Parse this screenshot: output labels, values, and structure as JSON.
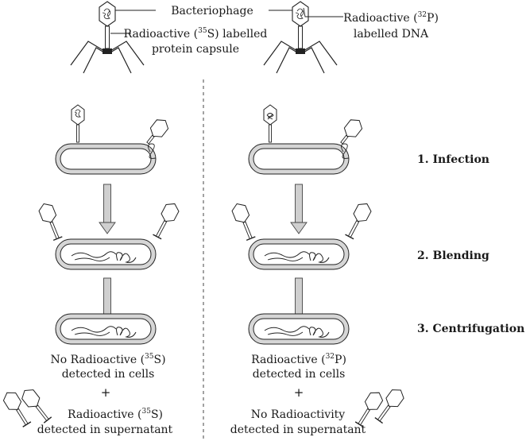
{
  "top": {
    "bacteriophage": "Bacteriophage",
    "left": {
      "pre": "Radioactive (",
      "iso_mass": "35",
      "iso_sym": "S",
      "post": ") labelled",
      "line2": "protein capsule"
    },
    "right": {
      "pre": "Radioactive (",
      "iso_mass": "32",
      "iso_sym": "P",
      "post": ")",
      "line2": "labelled DNA"
    }
  },
  "steps": {
    "infection": "1. Infection",
    "blending": "2. Blending",
    "centrifugation": "3. Centrifugation"
  },
  "left_results": {
    "cells_pre": "No Radioactive (",
    "cells_mass": "35",
    "cells_sym": "S",
    "cells_post": ")",
    "cells_line2": "detected in cells",
    "plus": "+",
    "super_pre": "Radioactive (",
    "super_mass": "35",
    "super_sym": "S",
    "super_post": ")",
    "super_line2": "detected in supernatant"
  },
  "right_results": {
    "cells_pre": "Radioactive (",
    "cells_mass": "32",
    "cells_sym": "P",
    "cells_post": ")",
    "cells_line2": "detected in cells",
    "plus": "+",
    "super_line1": "No Radioactivity",
    "super_line2": "detected in supernatant"
  }
}
